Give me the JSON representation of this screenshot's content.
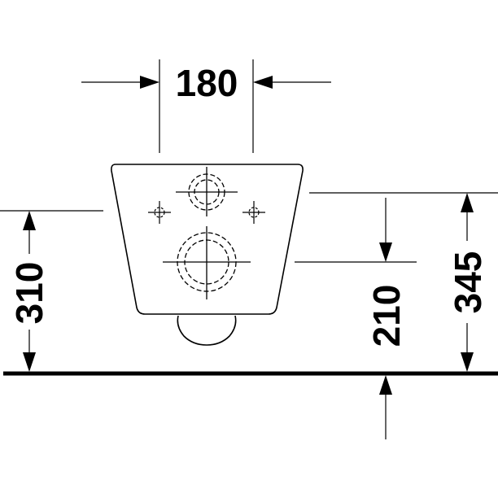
{
  "drawing": {
    "dimensions": {
      "bowl_width": "180",
      "rim_height": "310",
      "outlet_height": "210",
      "fixing_height": "345"
    },
    "colors": {
      "line": "#000000",
      "background": "#ffffff"
    }
  }
}
